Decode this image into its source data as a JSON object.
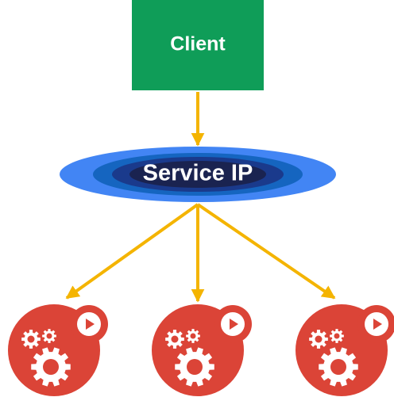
{
  "client": {
    "label": "Client",
    "color": "#0f9d58"
  },
  "service": {
    "label": "Service IP",
    "colors": {
      "outer": "#4285f4",
      "ring2": "#1565c0",
      "ring3": "#1a3a8c",
      "core": "#1a2350"
    }
  },
  "arrows": {
    "color": "#f4b400"
  },
  "pods": {
    "count": 3,
    "icon": "pod-gears-play-icon",
    "color": "#db4437",
    "accent": "#ffffff"
  }
}
